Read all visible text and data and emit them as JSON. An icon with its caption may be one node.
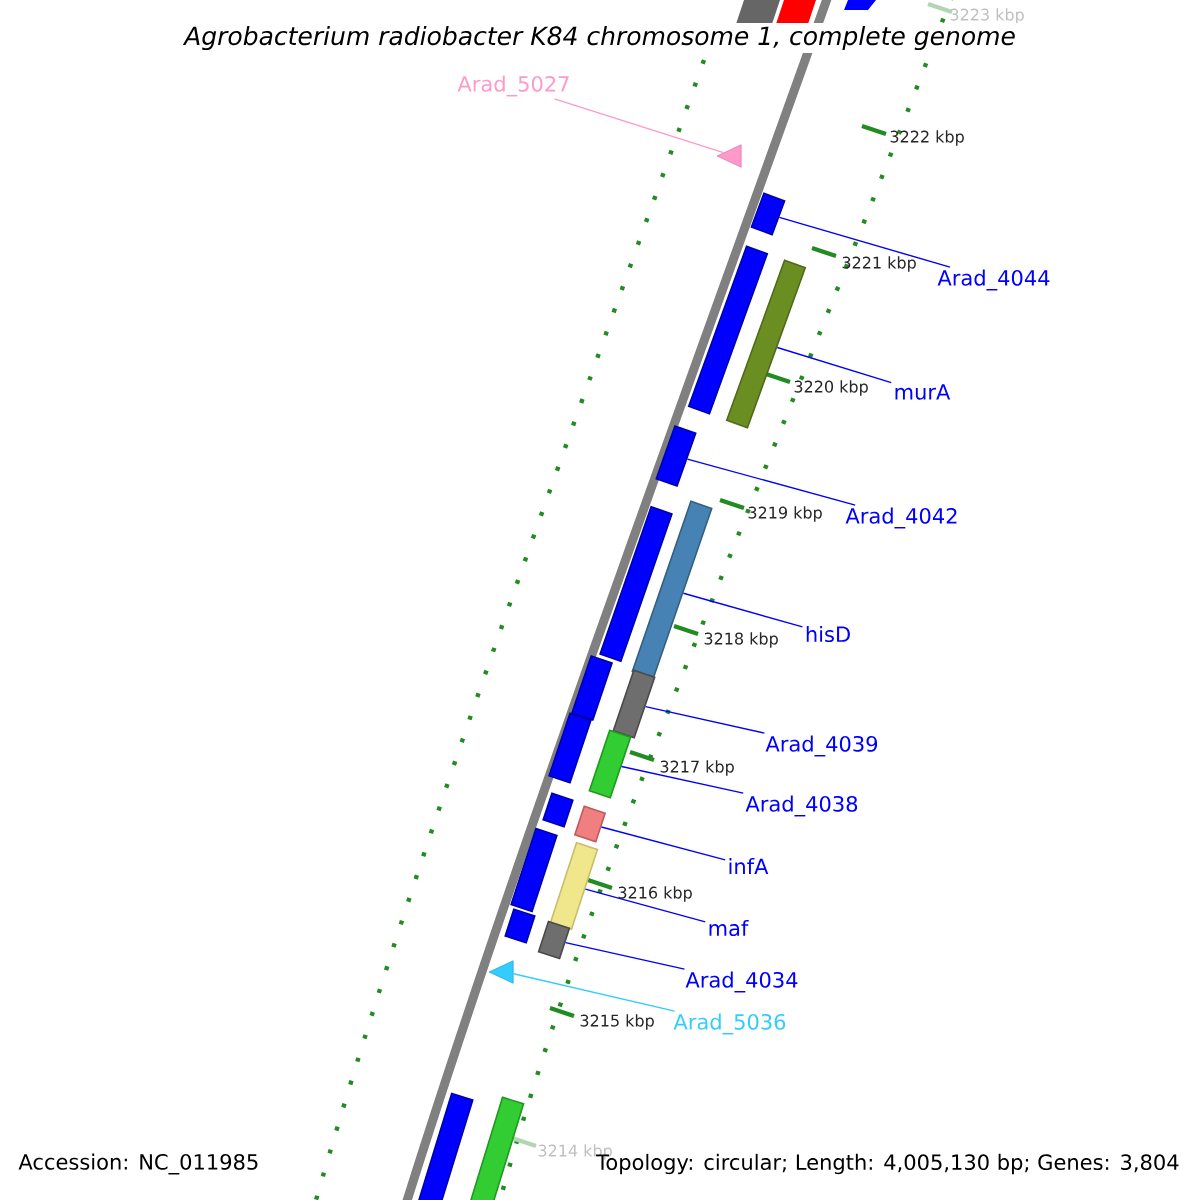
{
  "diagram": {
    "title": "Agrobacterium radiobacter K84 chromosome 1, complete genome",
    "nodes": [
      {
        "text": [
          "Arad_5027"
        ]
      },
      {
        "text": [],
        "shape": "triangle"
      },
      {
        "text": [],
        "shape": "bar"
      },
      {
        "text": [
          "Arad_4044"
        ]
      },
      {
        "text": [],
        "shape": "bar"
      },
      {
        "text": [],
        "shape": "bar"
      },
      {
        "text": [
          "murA"
        ]
      },
      {
        "text": [],
        "shape": "bar"
      },
      {
        "text": [
          "Arad_4042"
        ]
      },
      {
        "text": [],
        "shape": "bar"
      },
      {
        "text": [],
        "shape": "bar"
      },
      {
        "text": [
          "hisD"
        ]
      },
      {
        "text": [],
        "shape": "bar"
      },
      {
        "text": [],
        "shape": "bar"
      },
      {
        "text": [
          "Arad_4039"
        ]
      },
      {
        "text": [],
        "shape": "bar"
      },
      {
        "text": [],
        "shape": "bar"
      },
      {
        "text": [
          "Arad_4038"
        ]
      },
      {
        "text": [],
        "shape": "bar"
      },
      {
        "text": [],
        "shape": "bar"
      },
      {
        "text": [
          "infA"
        ]
      },
      {
        "text": [],
        "shape": "bar"
      },
      {
        "text": [],
        "shape": "bar"
      },
      {
        "text": [
          "maf"
        ]
      },
      {
        "text": [],
        "shape": "bar"
      },
      {
        "text": [],
        "shape": "bar"
      },
      {
        "text": [
          "Arad_4034"
        ]
      },
      {
        "text": [],
        "shape": "triangle"
      },
      {
        "text": [
          "Arad_5036"
        ]
      },
      {
        "text": [],
        "shape": "bar"
      },
      {
        "text": [],
        "shape": "bar"
      }
    ],
    "edges": [
      {
        "from": 0,
        "to": 1,
        "arrow": "none",
        "color": "#ff99cc"
      },
      {
        "from": 3,
        "to": 2,
        "arrow": "none"
      },
      {
        "from": 6,
        "to": 5,
        "arrow": "none"
      },
      {
        "from": 8,
        "to": 7,
        "arrow": "none"
      },
      {
        "from": 11,
        "to": 10,
        "arrow": "none"
      },
      {
        "from": 14,
        "to": 12,
        "arrow": "none"
      },
      {
        "from": 17,
        "to": 16,
        "arrow": "none"
      },
      {
        "from": 20,
        "to": 19,
        "arrow": "none"
      },
      {
        "from": 23,
        "to": 22,
        "arrow": "none"
      },
      {
        "from": 26,
        "to": 25,
        "arrow": "none"
      },
      {
        "from": 28,
        "to": 27,
        "arrow": "none",
        "color": "#33ccff"
      }
    ],
    "labels": [
      "3223 kbp",
      "3222 kbp",
      "3221 kbp",
      "3220 kbp",
      "3219 kbp",
      "3218 kbp",
      "3217 kbp",
      "3216 kbp",
      "3215 kbp",
      "3214 kbp",
      "Accession: NC_011985",
      "Topology: circular; Length: 4,005,130 bp; Genes: 3,804"
    ]
  }
}
